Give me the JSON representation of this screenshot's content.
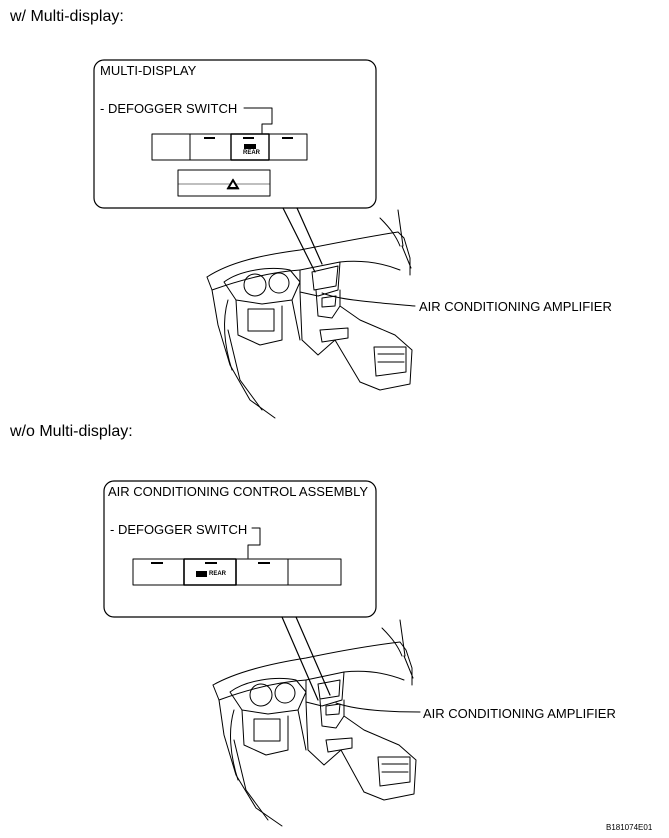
{
  "sections": [
    {
      "heading": "w/ Multi-display:",
      "box_label": "MULTI-DISPLAY",
      "switch_label": "- DEFOGGER SWITCH",
      "switch_text": "REAR",
      "amplifier_label": "AIR CONDITIONING AMPLIFIER"
    },
    {
      "heading": "w/o Multi-display:",
      "box_label": "AIR CONDITIONING CONTROL ASSEMBLY",
      "switch_label": "- DEFOGGER SWITCH",
      "switch_text": "REAR",
      "amplifier_label": "AIR CONDITIONING AMPLIFIER"
    }
  ],
  "figure_code": "B181074E01"
}
